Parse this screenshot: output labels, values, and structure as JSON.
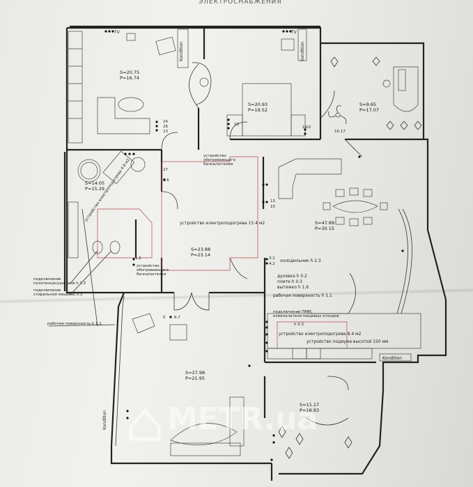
{
  "title": "ЭЛЕКТРОСНАБЖЕНИЯ",
  "watermark": "METR.ua",
  "rooms": {
    "bedroom": {
      "area": "S=20.75",
      "perimeter": "P=16.74"
    },
    "master_bedroom": {
      "area": "S=20.93",
      "perimeter": "P=19.52"
    },
    "office": {
      "area": "S=9.65",
      "perimeter": "P=17.07"
    },
    "bathroom": {
      "area": "S=14.05",
      "perimeter": "P=15.29"
    },
    "hall": {
      "area": "S=23.88",
      "perimeter": "P=23.14"
    },
    "living_kitchen": {
      "area": "S=47.89",
      "perimeter": "P=30.15"
    },
    "living_room": {
      "area": "S=27.98",
      "perimeter": "P=21.95"
    },
    "room_se": {
      "area": "S=11.17",
      "perimeter": "P=18.93"
    }
  },
  "labels": {
    "kondition_1": "Kondition",
    "kondition_2": "Kondition",
    "kondition_3": "Kondition",
    "kondition_4": "Kondition",
    "heating_hall": "устройство електроподогрева 15.4 м2",
    "heating_bath": "устройство електроподогрева 4.8 м2",
    "heating_kitchen": "устройство електроподогрева 8.4 м2",
    "device_1_l1": "устройство",
    "device_1_l2": "обогревающего",
    "device_1_l3": "бачка/нотелея",
    "device_2_l1": "устройство",
    "device_2_l2": "обогревающего",
    "device_2_l3": "бачка/нотелея",
    "towel_l1": "подключение",
    "towel_l2": "полотенцесушителя h 1.3",
    "washer_l1": "подключение",
    "washer_l2": "стиральной машины 0.3",
    "work_surface_1": "рабочая поверхность h 1.1",
    "work_surface_2": "рабочая поверхность h 1.1",
    "fridge": "холодильник h 2.3",
    "oven": "духовка h 0.2",
    "stove": "плите h 0.3",
    "hood": "вытяжко h 1.6",
    "dishwasher_l1": "подключение ПММ,",
    "dishwasher_l2": "измельчителя пищевых отходов",
    "dishwasher_l3": "h 0.3",
    "podium": "устройство подиума высотой 150 мм",
    "tv_1": "TV",
    "tv_2": "TV",
    "n_24": "24",
    "n_26": "26",
    "n_23": "23",
    "n_18": "18",
    "n_19": "19/2",
    "n_16": "16.17",
    "n_27": "27",
    "n_25": "2.6",
    "n_15": "15",
    "n_13": "13",
    "n_12": "1.2",
    "n_67": "6.7",
    "n_5": "5",
    "n_11": "3.1",
    "n_42": "4.2"
  }
}
